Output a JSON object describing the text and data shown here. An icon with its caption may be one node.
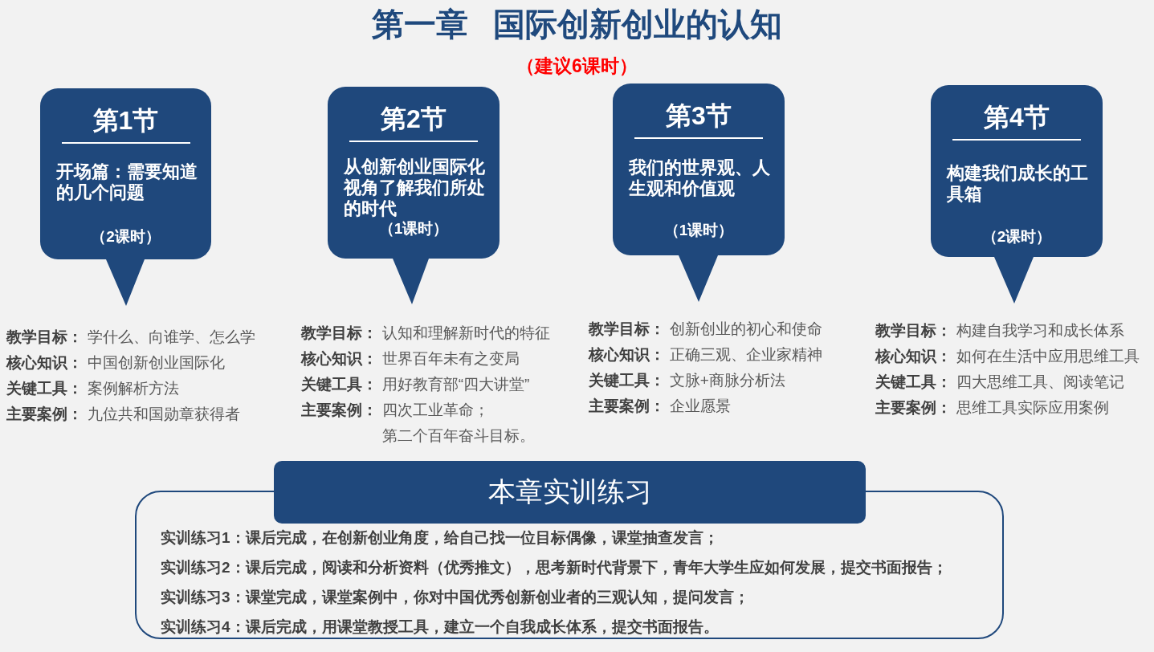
{
  "diagram": {
    "title": "第一章 国际创新创业的认知",
    "nodes": [
      {
        "text": [
          "第1节",
          "开场篇：需要知道的几个问题",
          "（2课时）"
        ],
        "beside": [
          "**教学目标：**学什么、向谁学、怎么学",
          "**核心知识：**中国创新创业国际化",
          "**关键工具：**案例解析方法",
          "**主要案例：**九位共和国勋章获得者"
        ]
      },
      {
        "text": [
          "第2节",
          "从创新创业国际化视角了解我们所处的时代",
          "（1课时）"
        ],
        "beside": [
          "**教学目标：**认知和理解新时代的特征",
          "**核心知识：**世界百年未有之变局",
          "**关键工具：**用好教育部“四大讲堂”",
          "**主要案例：**四次工业革命；第二个百年奋斗目标。"
        ]
      },
      {
        "text": [
          "第3节",
          "我们的世界观、人生观和价值观",
          "（1课时）"
        ],
        "beside": [
          "**教学目标：**创新创业的初心和使命",
          "**核心知识：**正确三观、企业家精神",
          "**关键工具：**文脉+商脉分析法",
          "**主要案例：**企业愿景"
        ]
      },
      {
        "text": [
          "第4节",
          "构建我们成长的工具箱",
          "（2课时）"
        ],
        "beside": [
          "**教学目标：**构建自我学习和成长体系",
          "**核心知识：**如何在生活中应用思维工具",
          "**关键工具：**四大思维工具、阅读笔记",
          "**主要案例：**思维工具实际应用案例"
        ]
      },
      {
        "text": [
          "本章实训练习",
          "实训练习1：课后完成，在创新创业角度，给自己找一位目标偶像，课堂抽查发言；",
          "实训练习2：课后完成，阅读和分析资料（优秀推文），思考新时代背景下，青年大学生应如何发展，提交书面报告；",
          "实训练习3：课堂完成，课堂案例中，你对中国优秀创新创业者的三观认知，提问发言；",
          "实训练习4：课后完成，用课堂教授工具，建立一个自我成长体系，提交书面报告。"
        ]
      }
    ],
    "labels": [
      "（建议6课时）"
    ]
  }
}
